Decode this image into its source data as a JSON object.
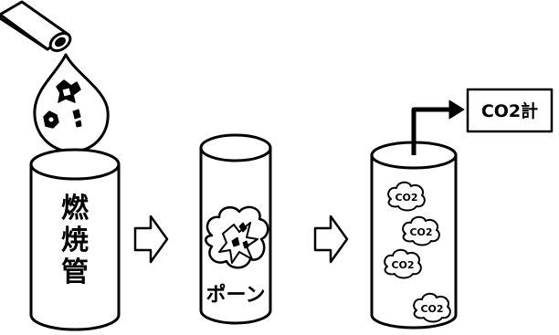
{
  "labels": {
    "tube_chars": [
      "燃",
      "焼",
      "管"
    ],
    "pon": "ポーン",
    "meter": "CO2計",
    "bubbles": [
      "CO2",
      "CO2",
      "CO2",
      "CO2"
    ]
  }
}
